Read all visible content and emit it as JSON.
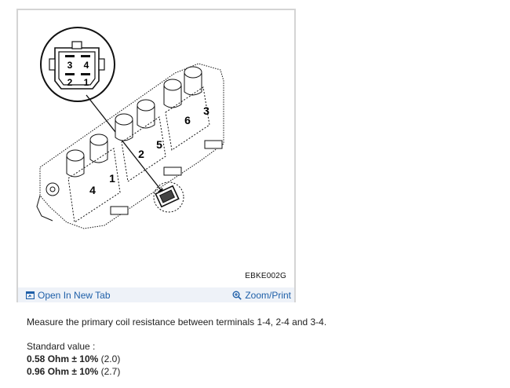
{
  "figure": {
    "code": "EBKE002G",
    "connector_labels": [
      "3",
      "4",
      "2",
      "1"
    ],
    "coil_labels": [
      "6",
      "3",
      "2",
      "5",
      "4",
      "1"
    ]
  },
  "links": {
    "open_new_tab": "Open In New Tab",
    "zoom_print": "Zoom/Print"
  },
  "content": {
    "instruction": "Measure the primary coil resistance between terminals 1-4, 2-4 and 3-4.",
    "standard_label": "Standard value :",
    "values": [
      {
        "value": "0.58 Ohm ± 10%",
        "note": "(2.0)"
      },
      {
        "value": "0.96 Ohm ± 10%",
        "note": "(2.7)"
      }
    ]
  }
}
